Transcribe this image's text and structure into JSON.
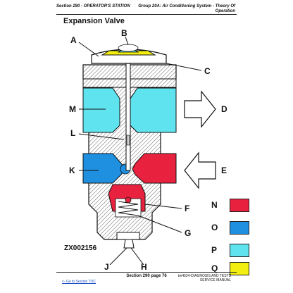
{
  "header": {
    "left": "Section 290 - OPERATOR'S STATION",
    "right_line1": "Group 20A: Air Conditioning System - Theory Of",
    "right_line2": "Operation"
  },
  "title": "Expansion Valve",
  "callouts": {
    "A": "A",
    "B": "B",
    "C": "C",
    "D": "D",
    "E": "E",
    "F": "F",
    "G": "G",
    "H": "H",
    "J": "J",
    "K": "K",
    "L": "L",
    "M": "M"
  },
  "legend": [
    {
      "letter": "N",
      "color": "#e8213f"
    },
    {
      "letter": "O",
      "color": "#1f8fe0"
    },
    {
      "letter": "P",
      "color": "#5fe3ee"
    },
    {
      "letter": "Q",
      "color": "#f2ee11"
    }
  ],
  "figure_id": "ZX002156",
  "footer": {
    "link": "<- Go to Section TOC",
    "center": "Section 290 page 76",
    "right_line1": "tm4524-DIAGNOSIS AND TESTS",
    "right_line2": "SERVICE MANUAL"
  },
  "colors": {
    "red": "#e8213f",
    "blue": "#1f8fe0",
    "cyan": "#5fe3ee",
    "yellow": "#f2ee11",
    "body": "#ffffff",
    "hatch": "#555555"
  }
}
